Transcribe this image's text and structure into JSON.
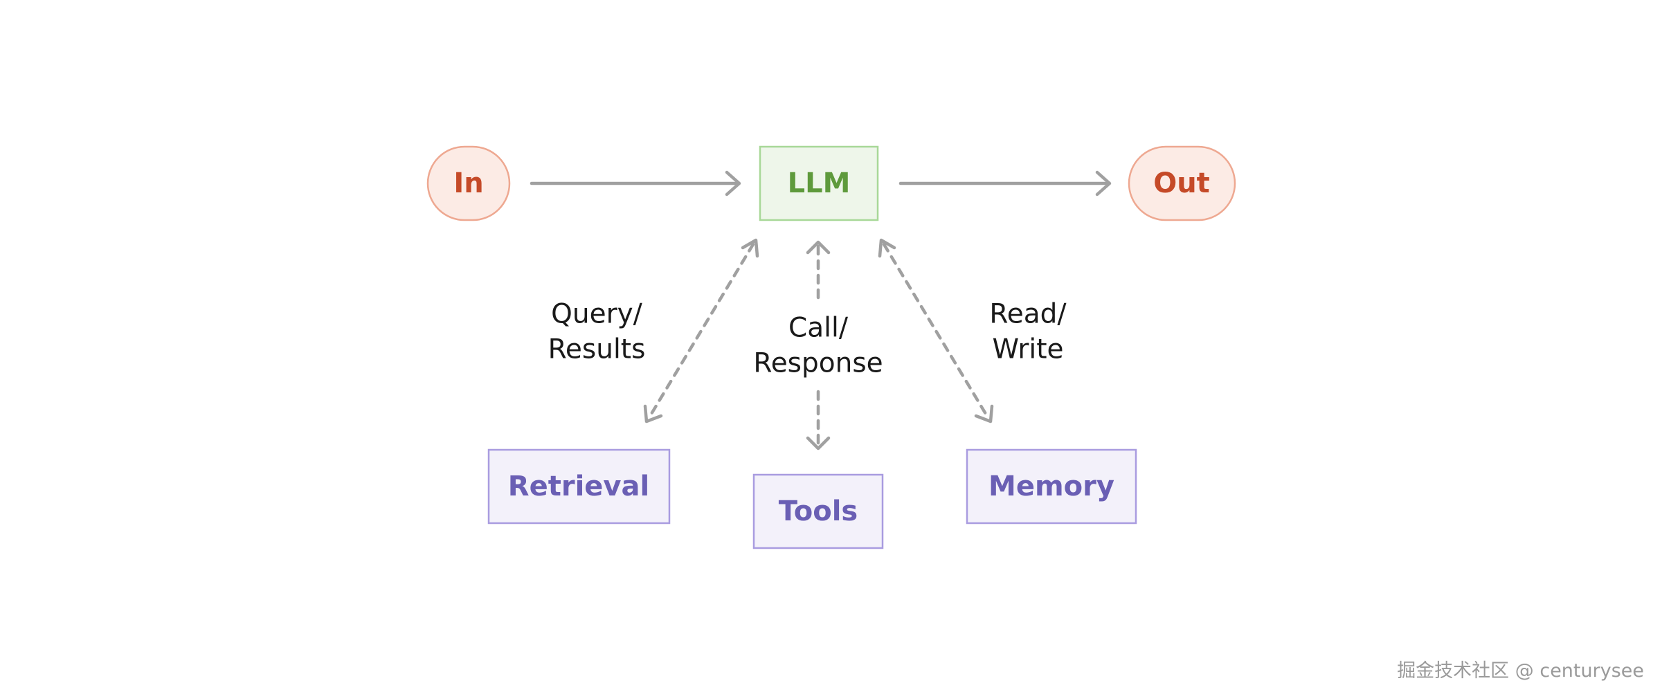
{
  "nodes": {
    "input": {
      "label": "In"
    },
    "llm": {
      "label": "LLM"
    },
    "output": {
      "label": "Out"
    },
    "retrieval": {
      "label": "Retrieval"
    },
    "tools": {
      "label": "Tools"
    },
    "memory": {
      "label": "Memory"
    }
  },
  "edges": {
    "retrieval": {
      "line1": "Query/",
      "line2": "Results"
    },
    "tools": {
      "line1": "Call/",
      "line2": "Response"
    },
    "memory": {
      "line1": "Read/",
      "line2": "Write"
    }
  },
  "colors": {
    "io_fill": "#fcebe5",
    "io_stroke": "#eea891",
    "io_text": "#c54a28",
    "llm_fill": "#eef6ea",
    "llm_stroke": "#a8d898",
    "llm_text": "#5e9a3c",
    "component_fill": "#f3f1fa",
    "component_stroke": "#a99ce0",
    "component_text": "#6a5fb4",
    "arrow": "#a0a0a0"
  },
  "watermark": "掘金技术社区 @ centurysee"
}
